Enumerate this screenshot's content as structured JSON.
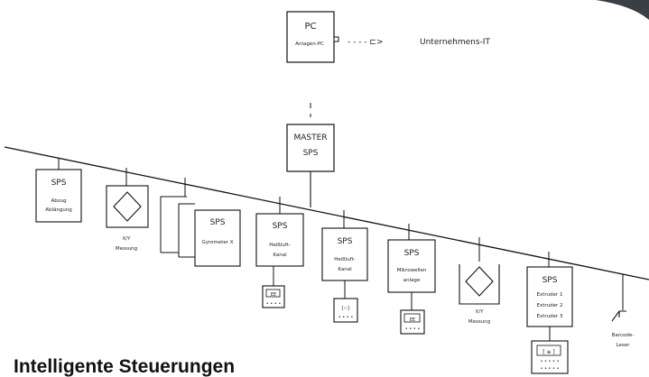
{
  "title": "Intelligente Steuerungen",
  "pc": {
    "head": "PC",
    "sub": "Anlagen-PC"
  },
  "enterprise_link": {
    "arrow": "- - - - ⊏>",
    "label": "Unternehmens-IT"
  },
  "master": {
    "line1": "MASTER",
    "line2": "SPS"
  },
  "nodes": [
    {
      "id": "abzug",
      "type": "sps",
      "head": "SPS",
      "lines": [
        "Abzug",
        "Ablängung"
      ]
    },
    {
      "id": "xy1",
      "type": "gauge",
      "lines": [
        "X/Y",
        "Messung"
      ]
    },
    {
      "id": "gravimetric",
      "type": "stack",
      "head": "SPS",
      "lines": [
        "Gyrometer X"
      ]
    },
    {
      "id": "heizluft",
      "type": "sps",
      "head": "SPS",
      "lines": [
        "Heißluft-",
        "Kanal"
      ],
      "panel": "EE"
    },
    {
      "id": "heizluft2",
      "type": "sps",
      "head": "SPS",
      "lines": [
        "Heißluft-",
        "Kanal"
      ],
      "panel": "[:::]"
    },
    {
      "id": "mikrowelle",
      "type": "sps",
      "head": "SPS",
      "lines": [
        "Mikrowellen",
        "anlage"
      ],
      "panel": "EE"
    },
    {
      "id": "xy2",
      "type": "gauge",
      "lines": [
        "X/Y",
        "Messung"
      ]
    },
    {
      "id": "extruder",
      "type": "sps",
      "head": "SPS",
      "lines": [
        "Extruder 1",
        "Extruder 2",
        "Extruder 3"
      ],
      "panel": "[ ≡ ]"
    },
    {
      "id": "barcode",
      "type": "scanner",
      "lines": [
        "Barcode-",
        "Leser"
      ]
    }
  ]
}
